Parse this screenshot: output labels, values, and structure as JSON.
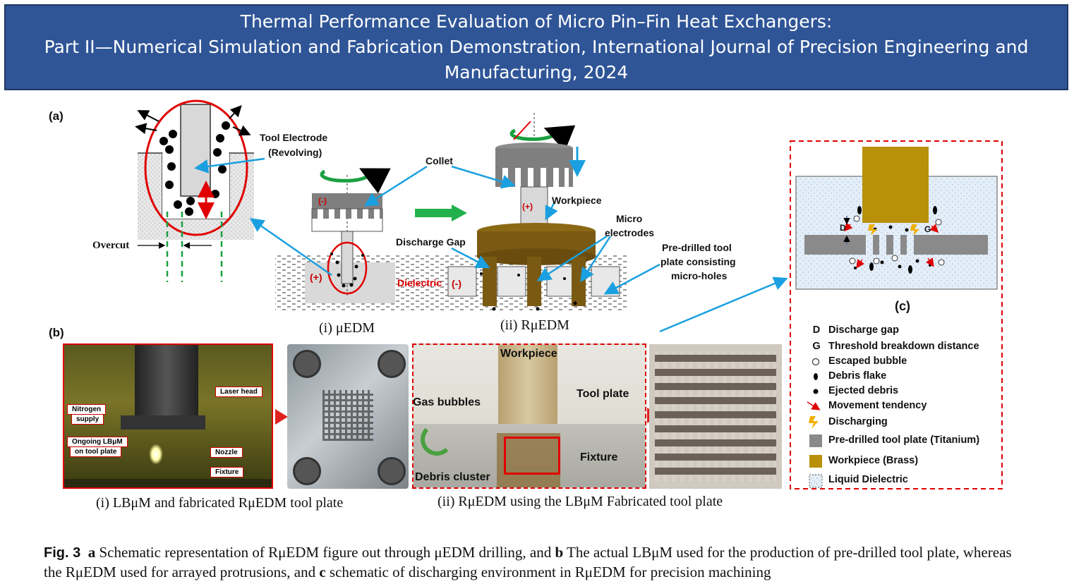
{
  "banner": {
    "line1": "Thermal Performance Evaluation of Micro Pin–Fin Heat Exchangers:",
    "line2": "Part II—Numerical Simulation and Fabrication Demonstration, International Journal of Precision Engineering and",
    "line3": "Manufacturing, 2024"
  },
  "panel_a": {
    "label": "(a)",
    "tool_electrode": "Tool Electrode",
    "revolving": "(Revolving)",
    "overcut": "Overcut",
    "collet": "Collet",
    "workpiece": "Workpiece",
    "micro": "Micro",
    "electrodes": "electrodes",
    "discharge_gap": "Discharge Gap",
    "dielectric": "Dielectric",
    "predrilled_1": "Pre-drilled tool",
    "predrilled_2": "plate consisting",
    "predrilled_3": "micro-holes",
    "minus": "(-)",
    "plus": "(+)",
    "sub_i": "(i) μEDM",
    "sub_ii": "(ii) RμEDM"
  },
  "panel_b": {
    "label": "(b)",
    "laser_head": "Laser head",
    "nitrogen_1": "Nitrogen",
    "nitrogen_2": "supply",
    "ongoing_1": "Ongoing LBμM",
    "ongoing_2": "on tool plate",
    "nozzle": "Nozzle",
    "fixture_small": "Fixture",
    "workpiece": "Workpiece",
    "gas_bubbles": "Gas bubbles",
    "tool_plate": "Tool plate",
    "fixture": "Fixture",
    "debris_cluster": "Debris cluster",
    "sub_i": "(i) LBμM and fabricated RμEDM tool plate",
    "sub_ii": "(ii) RμEDM using the LBμM Fabricated tool plate"
  },
  "panel_c": {
    "label": "(c)",
    "d": "D",
    "g": "G",
    "legend": [
      {
        "symbol": "D",
        "text": "Discharge gap"
      },
      {
        "symbol": "G",
        "text": "Threshold breakdown distance"
      },
      {
        "symbol": "open-circle-icon",
        "text": "Escaped bubble"
      },
      {
        "symbol": "flake-icon",
        "text": "Debris flake"
      },
      {
        "symbol": "dot-icon",
        "text": "Ejected debris"
      },
      {
        "symbol": "red-arrow-icon",
        "text": "Movement tendency"
      },
      {
        "symbol": "lightning-icon",
        "text": "Discharging"
      },
      {
        "symbol": "grey-square-icon",
        "text": "Pre-drilled tool plate (Titanium)"
      },
      {
        "symbol": "brass-square-icon",
        "text": "Workpiece (Brass)"
      },
      {
        "symbol": "dotted-square-icon",
        "text": "Liquid Dielectric"
      }
    ]
  },
  "caption": {
    "fig": "Fig. 3",
    "a": "a",
    "t1": " Schematic representation of RμEDM figure out through μEDM drilling, and ",
    "b": "b",
    "t2": " The actual LBμM used for the production of pre-drilled tool plate, whereas the RμEDM used for arrayed protrusions, and ",
    "c": "c",
    "t3": " schematic of discharging environment in RμEDM for precision machining"
  },
  "colors": {
    "banner": "#2f5597",
    "brass": "#7a5a12",
    "brass_light": "#c09000",
    "titanium": "#808080",
    "accent_red": "#e00000",
    "arrow_blue": "#1aa0e0",
    "green_dash": "#1aa040"
  }
}
